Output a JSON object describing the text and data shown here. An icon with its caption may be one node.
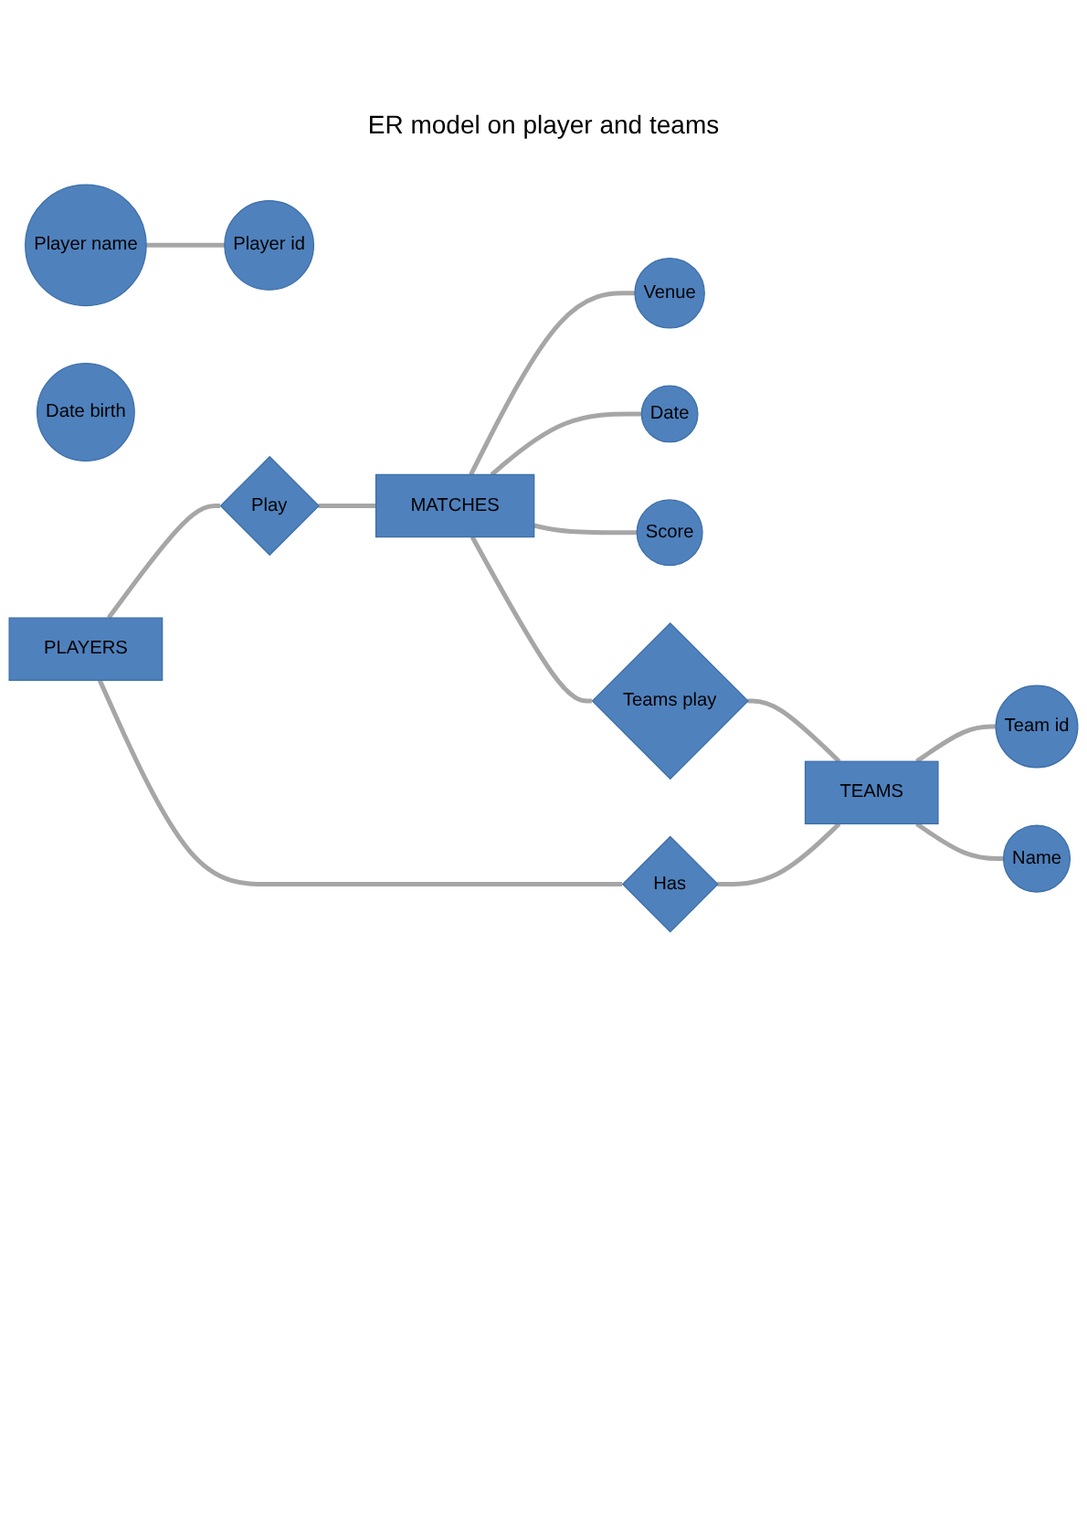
{
  "diagram": {
    "title": "ER model on player and teams",
    "nodes": [
      {
        "text": [
          "Player name"
        ]
      },
      {
        "text": [
          "Player id"
        ]
      },
      {
        "text": [
          "Date birth"
        ]
      },
      {
        "text": [
          "PLAYERS"
        ]
      },
      {
        "text": [
          "Play"
        ]
      },
      {
        "text": [
          "MATCHES"
        ]
      },
      {
        "text": [
          "Venue"
        ]
      },
      {
        "text": [
          "Date"
        ]
      },
      {
        "text": [
          "Score"
        ]
      },
      {
        "text": [
          "Teams play"
        ]
      },
      {
        "text": [
          "Has"
        ]
      },
      {
        "text": [
          "TEAMS"
        ]
      },
      {
        "text": [
          "Team id"
        ]
      },
      {
        "text": [
          "Name"
        ]
      }
    ],
    "edges": [
      {
        "from": 0,
        "to": 1,
        "arrow": "none"
      },
      {
        "from": 3,
        "to": 4,
        "arrow": "none"
      },
      {
        "from": 4,
        "to": 5,
        "arrow": "none"
      },
      {
        "from": 5,
        "to": 6,
        "arrow": "none"
      },
      {
        "from": 5,
        "to": 7,
        "arrow": "none"
      },
      {
        "from": 5,
        "to": 8,
        "arrow": "none"
      },
      {
        "from": 5,
        "to": 9,
        "arrow": "none"
      },
      {
        "from": 9,
        "to": 11,
        "arrow": "none"
      },
      {
        "from": 3,
        "to": 10,
        "arrow": "none"
      },
      {
        "from": 10,
        "to": 11,
        "arrow": "none"
      },
      {
        "from": 11,
        "to": 12,
        "arrow": "none"
      },
      {
        "from": 11,
        "to": 13,
        "arrow": "none"
      }
    ]
  }
}
